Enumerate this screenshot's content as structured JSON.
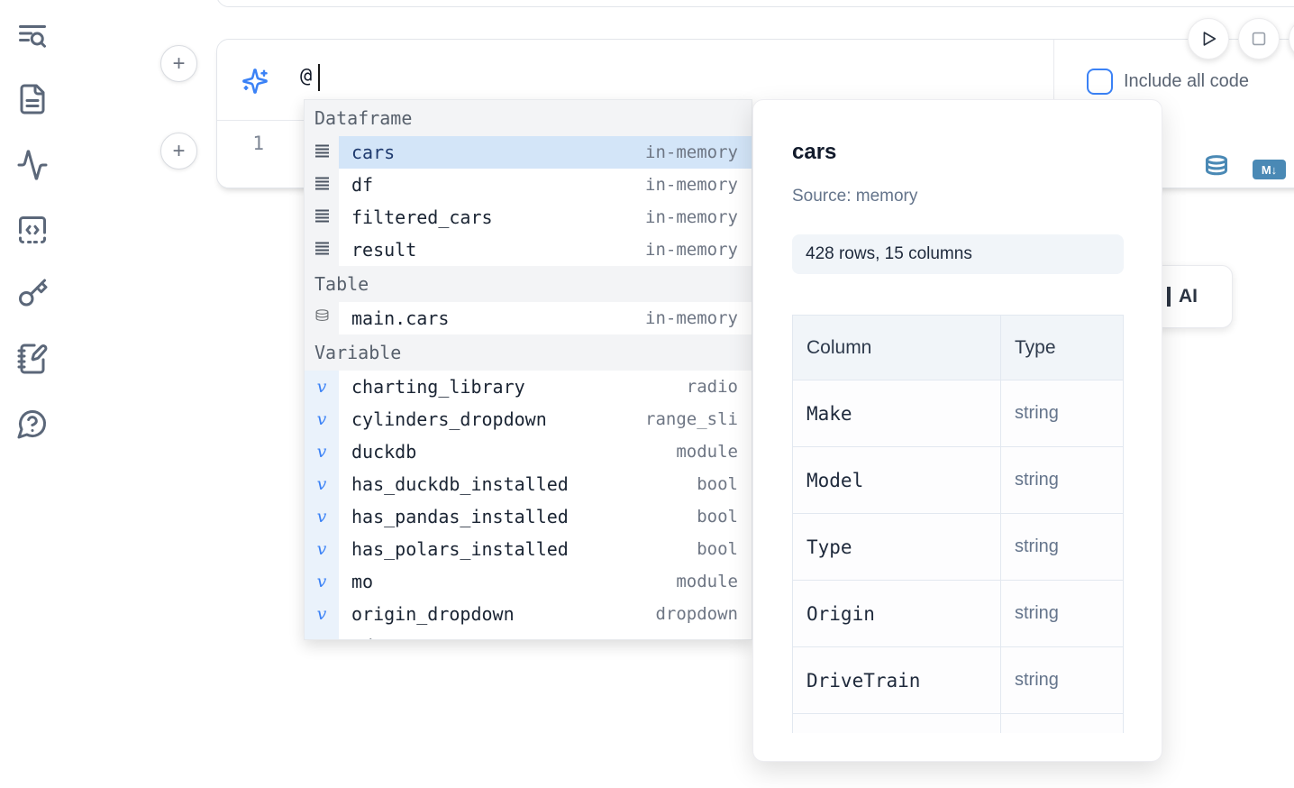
{
  "sidebar": {
    "icons": [
      {
        "name": "search-notebook-icon"
      },
      {
        "name": "file-icon"
      },
      {
        "name": "activity-icon"
      },
      {
        "name": "scratchpad-code-icon"
      },
      {
        "name": "keyboard-shortcuts-key-icon"
      },
      {
        "name": "notebook-pen-icon"
      },
      {
        "name": "help-chat-icon"
      }
    ]
  },
  "cell": {
    "add_cell_button_label": "+",
    "prompt_value": "@",
    "include_all_code_label": "Include all code",
    "line_number": "1",
    "markdown_badge": "M↓"
  },
  "autocomplete": {
    "sections": [
      {
        "label": "Dataframe",
        "items": [
          {
            "name": "cars",
            "type": "in-memory",
            "selected": true
          },
          {
            "name": "df",
            "type": "in-memory"
          },
          {
            "name": "filtered_cars",
            "type": "in-memory"
          },
          {
            "name": "result",
            "type": "in-memory"
          }
        ]
      },
      {
        "label": "Table",
        "items": [
          {
            "name": "main.cars",
            "type": "in-memory"
          }
        ]
      },
      {
        "label": "Variable",
        "items": [
          {
            "name": "charting_library",
            "type": "radio"
          },
          {
            "name": "cylinders_dropdown",
            "type": "range_sli"
          },
          {
            "name": "duckdb",
            "type": "module"
          },
          {
            "name": "has_duckdb_installed",
            "type": "bool"
          },
          {
            "name": "has_pandas_installed",
            "type": "bool"
          },
          {
            "name": "has_polars_installed",
            "type": "bool"
          },
          {
            "name": "mo",
            "type": "module"
          },
          {
            "name": "origin_dropdown",
            "type": "dropdown"
          },
          {
            "name": "pd",
            "type": "module"
          }
        ]
      }
    ]
  },
  "preview_panel": {
    "title": "cars",
    "source": "Source: memory",
    "shape": "428 rows, 15 columns",
    "table": {
      "headers": [
        "Column",
        "Type"
      ],
      "rows": [
        {
          "column": "Make",
          "type": "string"
        },
        {
          "column": "Model",
          "type": "string"
        },
        {
          "column": "Type",
          "type": "string"
        },
        {
          "column": "Origin",
          "type": "string"
        },
        {
          "column": "DriveTrain",
          "type": "string"
        }
      ]
    }
  },
  "ai_button": {
    "label_fragment": "AI"
  },
  "colors": {
    "accent_blue": "#3b82f6",
    "steel_blue": "#4a89b5",
    "selected_row_bg": "#d3e5f8",
    "section_header_bg": "#f3f4f6",
    "badge_bg": "#f1f5f9"
  }
}
